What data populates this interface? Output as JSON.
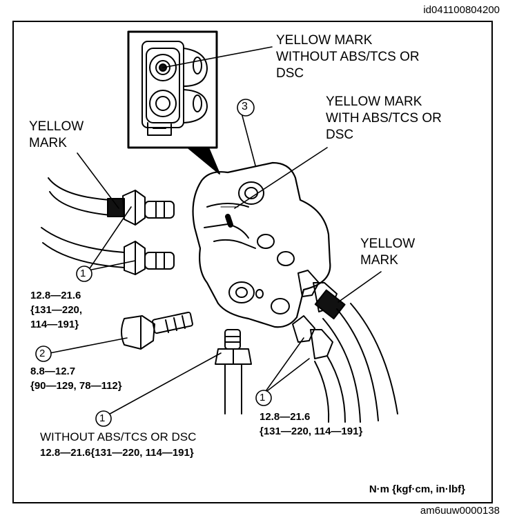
{
  "header": {
    "image_id": "id041100804200"
  },
  "footer": {
    "image_ref": "am6uuw0000138",
    "units": "N·m {kgf·cm, in·lbf}"
  },
  "callouts": {
    "top_mark": [
      "YELLOW MARK",
      "WITHOUT ABS/TCS OR",
      "DSC"
    ],
    "with_mark": [
      "YELLOW MARK",
      "WITH ABS/TCS OR",
      "DSC"
    ],
    "left_mark": [
      "YELLOW",
      "MARK"
    ],
    "right_mark": [
      "YELLOW",
      "MARK"
    ]
  },
  "items": {
    "item1_left": {
      "number": "1",
      "spec": [
        "12.8—21.6",
        "{131—220,",
        "114—191}"
      ]
    },
    "item2": {
      "number": "2",
      "spec": [
        "8.8—12.7",
        "{90—129, 78—112}"
      ]
    },
    "item1_bottom": {
      "number": "1",
      "note": "WITHOUT ABS/TCS OR DSC",
      "spec": "12.8—21.6{131—220, 114—191}"
    },
    "item1_right": {
      "number": "1",
      "spec": [
        "12.8—21.6",
        "{131—220, 114—191}"
      ]
    },
    "item3": {
      "number": "3"
    }
  },
  "colors": {
    "ink": "#000000",
    "paper": "#ffffff",
    "mark": "#111111"
  }
}
